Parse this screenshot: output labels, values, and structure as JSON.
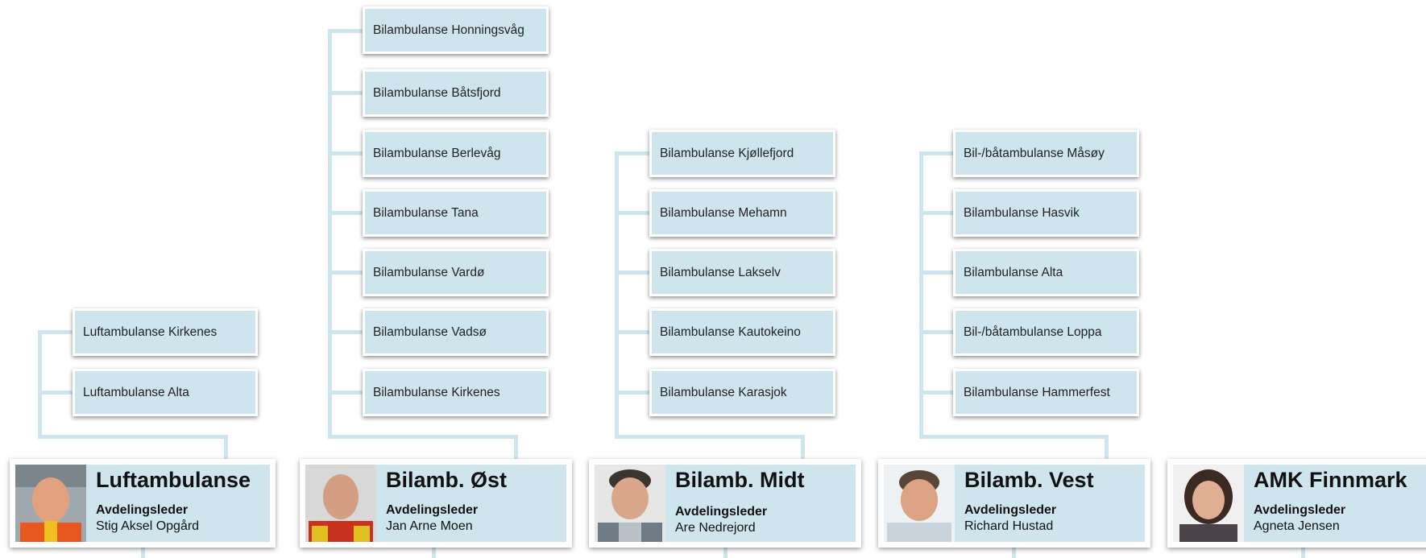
{
  "departments": [
    {
      "title": "Luftambulanse",
      "role": "Avdelingsleder",
      "leader": "Stig Aksel Opgård",
      "units": [
        "Luftambulanse Kirkenes",
        "Luftambulanse Alta"
      ]
    },
    {
      "title": "Bilamb. Øst",
      "role": "Avdelingsleder",
      "leader": "Jan Arne Moen",
      "units": [
        "Bilambulanse Honningsvåg",
        "Bilambulanse Båtsfjord",
        "Bilambulanse Berlevåg",
        "Bilambulanse Tana",
        "Bilambulanse Vardø",
        "Bilambulanse Vadsø",
        "Bilambulanse Kirkenes"
      ]
    },
    {
      "title": "Bilamb. Midt",
      "role": "Avdelingsleder",
      "leader": "Are Nedrejord",
      "units": [
        "Bilambulanse Kjøllefjord",
        "Bilambulanse Mehamn",
        "Bilambulanse Lakselv",
        "Bilambulanse Kautokeino",
        "Bilambulanse Karasjok"
      ]
    },
    {
      "title": "Bilamb. Vest",
      "role": "Avdelingsleder",
      "leader": "Richard Hustad",
      "units": [
        "Bil-/båtambulanse Måsøy",
        "Bilambulanse Hasvik",
        "Bilambulanse Alta",
        "Bil-/båtambulanse Loppa",
        "Bilambulanse Hammerfest"
      ]
    },
    {
      "title": "AMK Finnmark",
      "role": "Avdelingsleder",
      "leader": "Agneta Jensen",
      "units": []
    }
  ]
}
